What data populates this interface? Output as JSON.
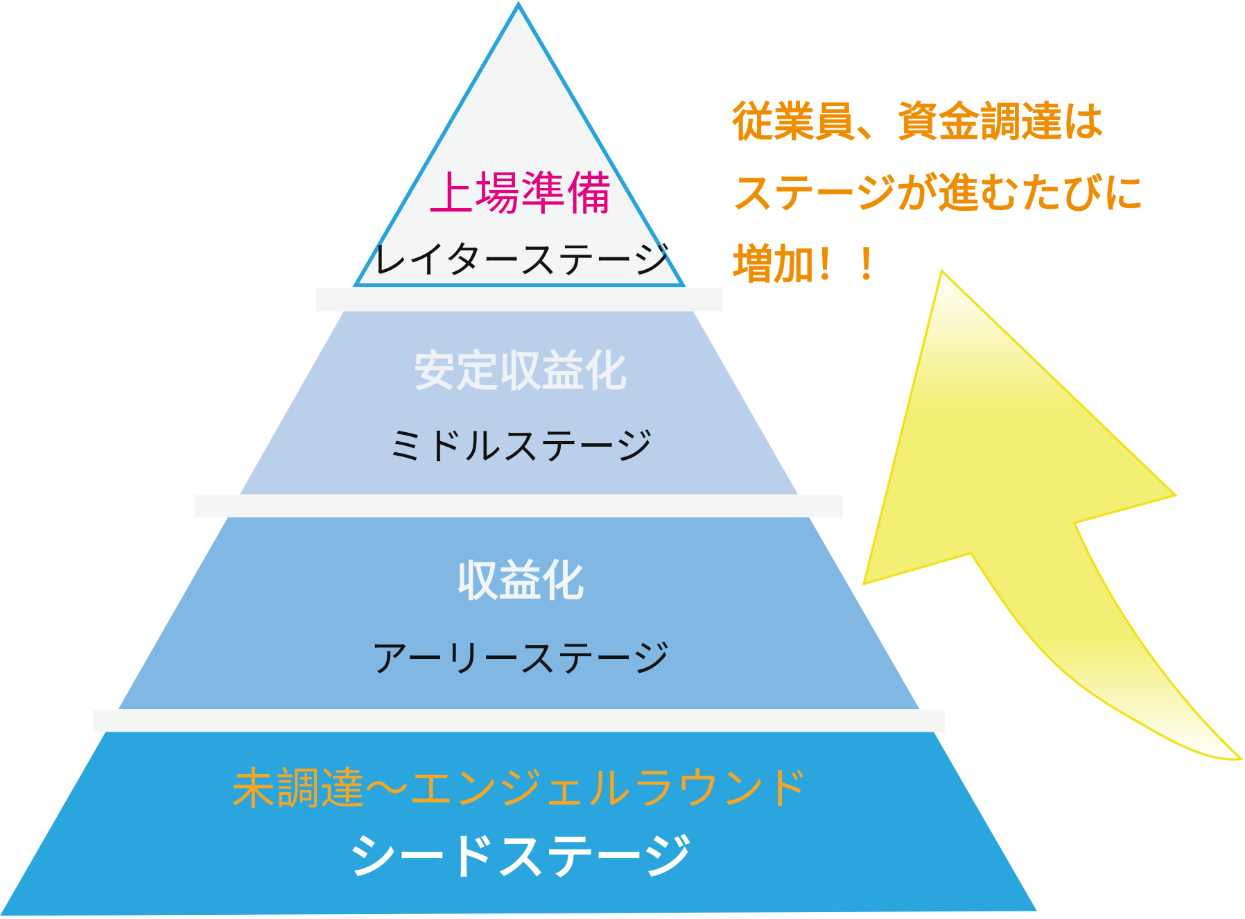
{
  "colors": {
    "apex_fill": "#f4f6f6",
    "apex_stroke": "#29a3dc",
    "separator": "#f4f6f6",
    "tier2_fill": "#bacfe9",
    "tier3_fill": "#80b7e3",
    "tier4_fill": "#2aa5de",
    "arrow_fill": "#f3ef75",
    "arrow_stroke": "#f1e21c",
    "callout_text": "#ef8c00"
  },
  "tiers": [
    {
      "title": "上場準備",
      "stage": "レイターステージ",
      "title_color": "#e4007f",
      "stage_color": "#111111"
    },
    {
      "title": "安定収益化",
      "stage": "ミドルステージ",
      "title_color": "#eef2f6",
      "stage_color": "#111111"
    },
    {
      "title": "収益化",
      "stage": "アーリーステージ",
      "title_color": "#f2f5f8",
      "stage_color": "#111111"
    },
    {
      "title": "未調達～エンジェルラウンド",
      "stage": "シードステージ",
      "title_color": "#f5a623",
      "stage_color": "#ffffff"
    }
  ],
  "callout": {
    "lines": [
      "従業員、資金調達は",
      "ステージが進むたびに",
      "増加！！"
    ]
  }
}
